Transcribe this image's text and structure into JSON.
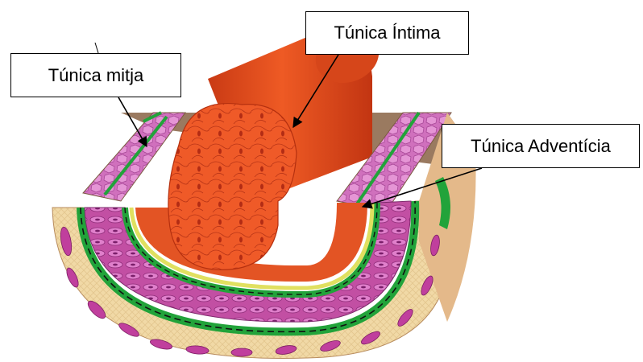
{
  "labels": {
    "intima": "Túnica  Íntima",
    "mitja": "Túnica  mitja",
    "adventicia": "Túnica  Adventícia"
  },
  "colors": {
    "lumen": "#e8461e",
    "intima_cells": "#f05a2a",
    "media": "#c0489e",
    "media_cells": "#e27ccb",
    "elastic_lamina": "#22a33a",
    "endothelium_border": "#e0e060",
    "adventitia": "#f1d9a6",
    "adventitia_side": "#e4b98a",
    "adventitia_cells": "#c03f9d",
    "cut_edge": "#9a7a60"
  },
  "icons": [
    "arrow-pointer-icon"
  ]
}
